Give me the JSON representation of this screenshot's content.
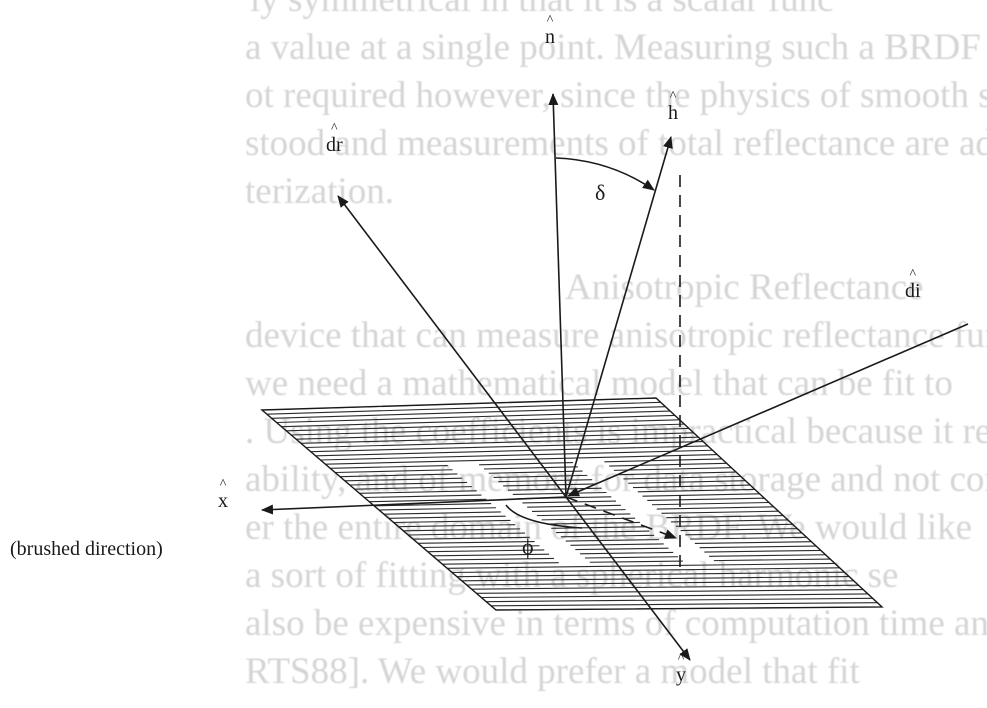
{
  "figure": {
    "labels": {
      "n": "n",
      "h": "h",
      "dr": "dr",
      "di": "di",
      "x": "x",
      "y": "y",
      "delta": "δ",
      "phi": "ϕ",
      "brushed": "(brushed direction)"
    },
    "hat_glyph": "^",
    "colors": {
      "ink": "#1a1a1a",
      "ghost": "#d5d5d5",
      "background": "#ffffff"
    }
  },
  "background_text": [
    "ly symmetrical in that it is a scalar func",
    "a value at a single point. Measuring such a BRDF or",
    "ot required however, since the physics of smooth surf",
    "stood and measurements of total reflectance are adeq",
    "terization.",
    "Anisotropic Reflectance",
    "device that can measure anisotropic reflectance func",
    "we need a mathematical model that can be fit to",
    ". Using the coefficients is impractical because it requ",
    "ability, and of memory for data storage and not comp",
    "er the entire domain of the BRDF. We would like",
    "a sort of fitting with a spherical harmonic se",
    "also be expensive in terms of computation time and",
    "RTS88]. We would prefer a model that fit"
  ]
}
